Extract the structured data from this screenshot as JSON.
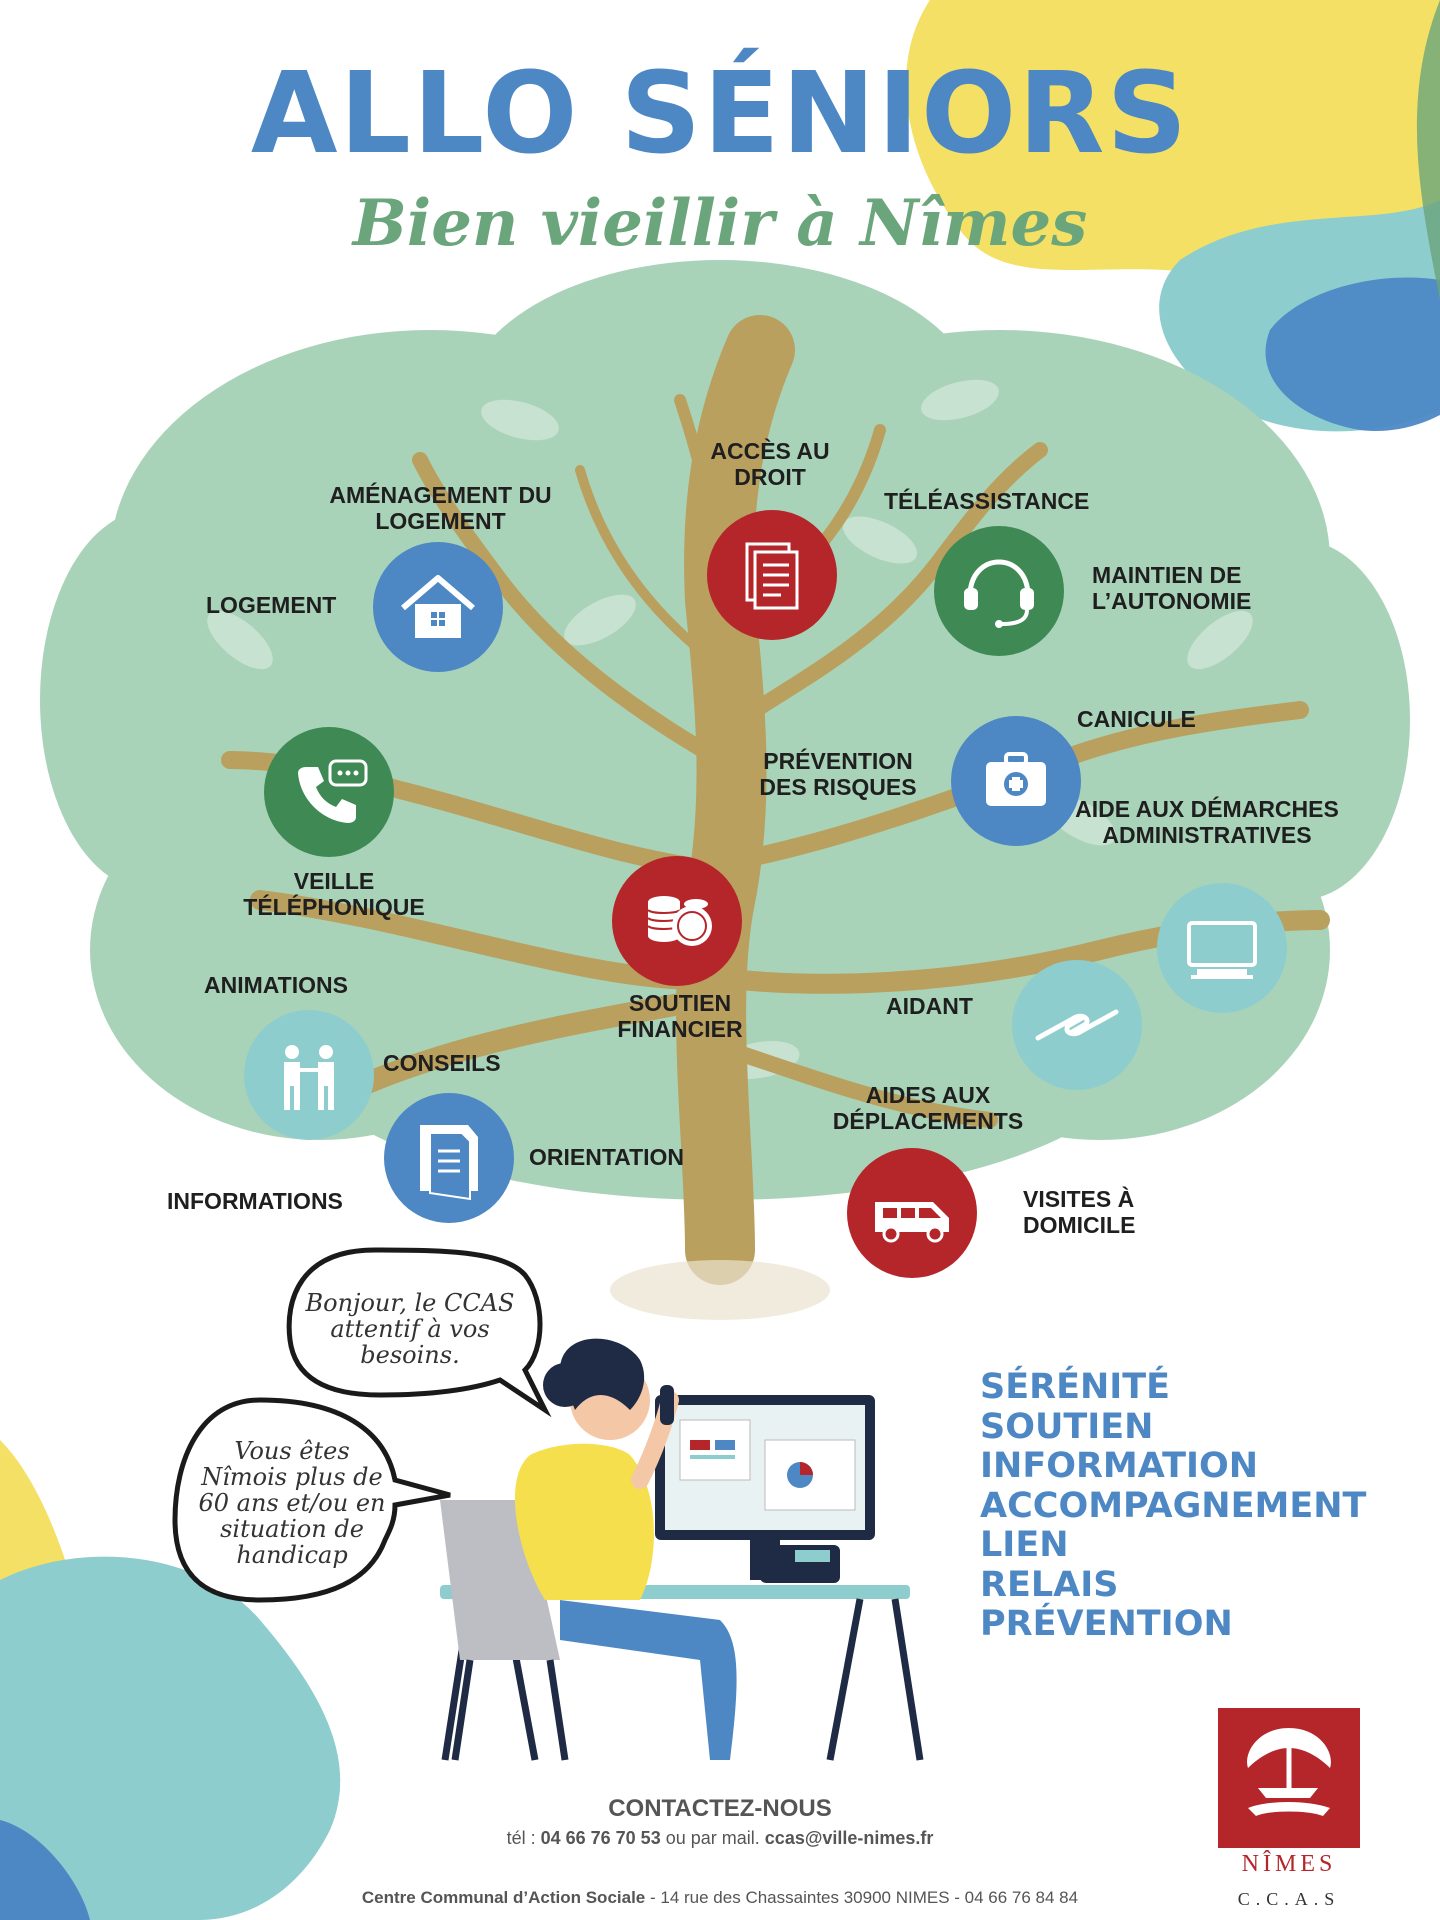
{
  "header": {
    "title": "ALLO SÉNIORS",
    "subtitle": "Bien vieillir à Nîmes"
  },
  "services": {
    "acces_droit": "ACCÈS AU DROIT",
    "amenagement": "AMÉNAGEMENT DU LOGEMENT",
    "teleassistance": "TÉLÉASSISTANCE",
    "logement": "LOGEMENT",
    "maintien": "MAINTIEN DE L’AUTONOMIE",
    "canicule": "CANICULE",
    "prevention_risques": "PRÉVENTION DES RISQUES",
    "aide_demarches": "AIDE AUX DÉMARCHES ADMINISTRATIVES",
    "veille": "VEILLE TÉLÉPHONIQUE",
    "animations": "ANIMATIONS",
    "soutien_financier": "SOUTIEN FINANCIER",
    "aidant": "AIDANT",
    "conseils": "CONSEILS",
    "aides_deplacements": "AIDES AUX DÉPLACEMENTS",
    "orientation": "ORIENTATION",
    "informations": "INFORMATIONS",
    "visites": "VISITES À DOMICILE"
  },
  "icons": {
    "acces_droit": "documents-icon",
    "teleassistance": "headset-icon",
    "logement": "house-icon",
    "telephone": "phone-chat-icon",
    "canicule": "first-aid-kit-icon",
    "soutien": "coins-icon",
    "demarches": "computer-icon",
    "aidant": "helping-hands-icon",
    "animations": "people-icon",
    "informations": "folder-icon",
    "deplacements": "van-icon"
  },
  "bubbles": {
    "greeting": "Bonjour, le CCAS attentif à vos besoins.",
    "eligibility": "Vous êtes Nîmois plus de 60 ans et/ou en situation de handicap"
  },
  "values": [
    "SÉRÉNITÉ",
    "SOUTIEN",
    "INFORMATION",
    "ACCOMPAGNEMENT",
    "LIEN",
    "RELAIS",
    "PRÉVENTION"
  ],
  "contact": {
    "heading": "CONTACTEZ-NOUS",
    "tel_label": "tél :",
    "tel": "04 66 76 70 53",
    "mail_label": "ou par mail.",
    "email": "ccas@ville-nimes.fr",
    "org": "Centre Communal d’Action Sociale",
    "address": "- 14 rue des Chassaintes 30900 NIMES - 04 66 76 84 84"
  },
  "logo": {
    "city": "NÎMES",
    "acronym": "C.C.A.S"
  },
  "colors": {
    "blue": "#4d88c5",
    "green": "#3f8a54",
    "red": "#b5262b",
    "light_teal": "#8ecdcd",
    "yellow": "#f3e065",
    "leaf": "#a9d3b8",
    "trunk": "#b9a05e"
  }
}
